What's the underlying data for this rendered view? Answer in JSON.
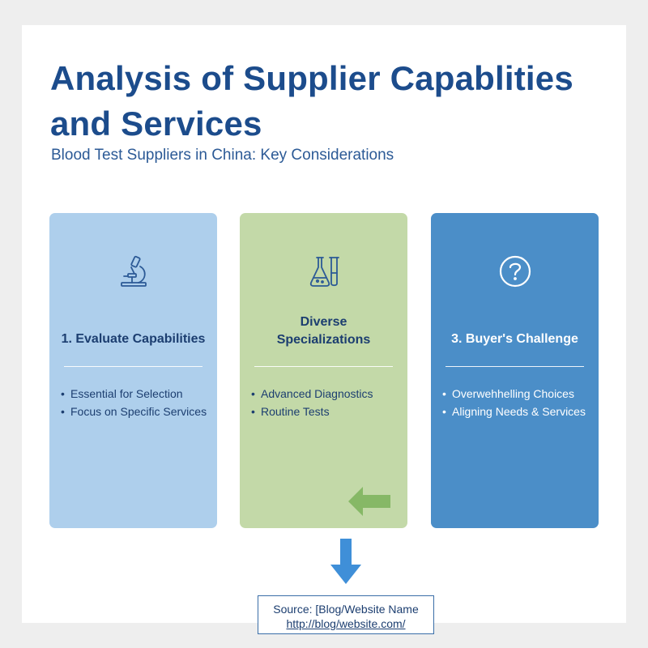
{
  "header": {
    "title": "Analysis of Supplier Capablities and Services",
    "subtitle": "Blood Test Suppliers in China: Key Considerations"
  },
  "cards": [
    {
      "icon": "microscope-icon",
      "heading": "1. Evaluate Capabilities",
      "items": [
        "Essential for Selection",
        "Focus on Specific Services"
      ],
      "color": "#aecfec"
    },
    {
      "icon": "lab-flasks-icon",
      "heading": "Diverse Specializations",
      "items": [
        "Advanced Diagnostics",
        "Routine Tests"
      ],
      "color": "#c3d9a8"
    },
    {
      "icon": "question-circle-icon",
      "heading": "3. Buyer's Challenge",
      "items": [
        "Overwehhelling Choices",
        "Aligning Needs & Services"
      ],
      "color": "#4b8ec8"
    }
  ],
  "source": {
    "label": "Source: [Blog/Website Name",
    "url": "http://blog/website.com/"
  },
  "colors": {
    "title": "#1c4c8c",
    "arrow_green": "#86b866",
    "arrow_blue": "#3f8fd8"
  }
}
